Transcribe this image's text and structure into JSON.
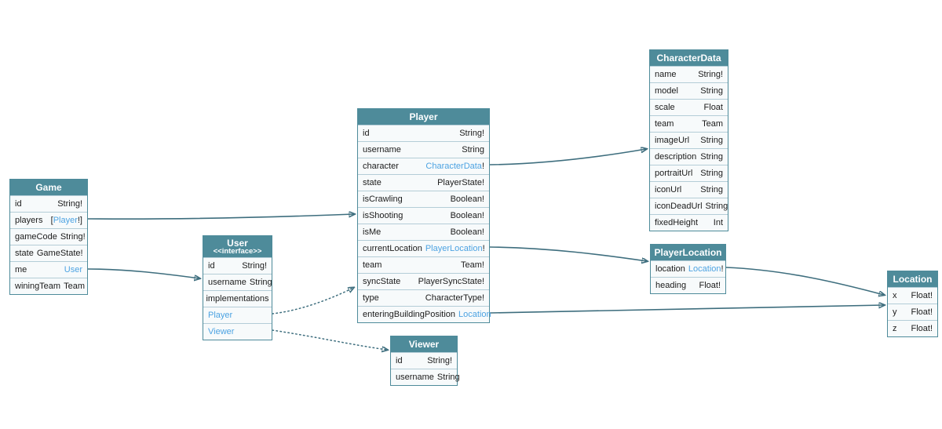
{
  "colors": {
    "header_teal": "#4e8b9a",
    "header_text": "#fdfeff",
    "row_background": "#f7fafb",
    "row_separator": "#b4cdd7",
    "type_link_blue": "#4da3e2",
    "field_text": "#1b1b1b",
    "edge_teal": "#3e6e7e"
  },
  "diagram": {
    "tables": [
      {
        "id": "Game",
        "title": "Game",
        "subtitle": "",
        "rows": [
          {
            "kind": "field",
            "field": "id",
            "pre": "String!",
            "link": "",
            "post": ""
          },
          {
            "kind": "field",
            "field": "players",
            "pre": "[",
            "link": "Player",
            "post": "!]"
          },
          {
            "kind": "field",
            "field": "gameCode",
            "pre": "String!",
            "link": "",
            "post": ""
          },
          {
            "kind": "field",
            "field": "state",
            "pre": "GameState!",
            "link": "",
            "post": ""
          },
          {
            "kind": "field",
            "field": "me",
            "pre": "",
            "link": "User",
            "post": ""
          },
          {
            "kind": "field",
            "field": "winingTeam",
            "pre": "Team",
            "link": "",
            "post": ""
          }
        ]
      },
      {
        "id": "User",
        "title": "User",
        "subtitle": "<<interface>>",
        "rows": [
          {
            "kind": "field",
            "field": "id",
            "pre": "String!",
            "link": "",
            "post": ""
          },
          {
            "kind": "field",
            "field": "username",
            "pre": "String",
            "link": "",
            "post": ""
          },
          {
            "kind": "section",
            "label": "implementations"
          },
          {
            "kind": "linkrow",
            "label": "Player"
          },
          {
            "kind": "linkrow",
            "label": "Viewer"
          }
        ]
      },
      {
        "id": "Player",
        "title": "Player",
        "subtitle": "",
        "rows": [
          {
            "kind": "field",
            "field": "id",
            "pre": "String!",
            "link": "",
            "post": ""
          },
          {
            "kind": "field",
            "field": "username",
            "pre": "String",
            "link": "",
            "post": ""
          },
          {
            "kind": "field",
            "field": "character",
            "pre": "",
            "link": "CharacterData",
            "post": "!"
          },
          {
            "kind": "field",
            "field": "state",
            "pre": "PlayerState!",
            "link": "",
            "post": ""
          },
          {
            "kind": "field",
            "field": "isCrawling",
            "pre": "Boolean!",
            "link": "",
            "post": ""
          },
          {
            "kind": "field",
            "field": "isShooting",
            "pre": "Boolean!",
            "link": "",
            "post": ""
          },
          {
            "kind": "field",
            "field": "isMe",
            "pre": "Boolean!",
            "link": "",
            "post": ""
          },
          {
            "kind": "field",
            "field": "currentLocation",
            "pre": "",
            "link": "PlayerLocation",
            "post": "!"
          },
          {
            "kind": "field",
            "field": "team",
            "pre": "Team!",
            "link": "",
            "post": ""
          },
          {
            "kind": "field",
            "field": "syncState",
            "pre": "PlayerSyncState!",
            "link": "",
            "post": ""
          },
          {
            "kind": "field",
            "field": "type",
            "pre": "CharacterType!",
            "link": "",
            "post": ""
          },
          {
            "kind": "field",
            "field": "enteringBuildingPosition",
            "pre": "",
            "link": "Location",
            "post": ""
          }
        ]
      },
      {
        "id": "CharacterData",
        "title": "CharacterData",
        "subtitle": "",
        "rows": [
          {
            "kind": "field",
            "field": "name",
            "pre": "String!",
            "link": "",
            "post": ""
          },
          {
            "kind": "field",
            "field": "model",
            "pre": "String",
            "link": "",
            "post": ""
          },
          {
            "kind": "field",
            "field": "scale",
            "pre": "Float",
            "link": "",
            "post": ""
          },
          {
            "kind": "field",
            "field": "team",
            "pre": "Team",
            "link": "",
            "post": ""
          },
          {
            "kind": "field",
            "field": "imageUrl",
            "pre": "String",
            "link": "",
            "post": ""
          },
          {
            "kind": "field",
            "field": "description",
            "pre": "String",
            "link": "",
            "post": ""
          },
          {
            "kind": "field",
            "field": "portraitUrl",
            "pre": "String",
            "link": "",
            "post": ""
          },
          {
            "kind": "field",
            "field": "iconUrl",
            "pre": "String",
            "link": "",
            "post": ""
          },
          {
            "kind": "field",
            "field": "iconDeadUrl",
            "pre": "String",
            "link": "",
            "post": ""
          },
          {
            "kind": "field",
            "field": "fixedHeight",
            "pre": "Int",
            "link": "",
            "post": ""
          }
        ]
      },
      {
        "id": "PlayerLocation",
        "title": "PlayerLocation",
        "subtitle": "",
        "rows": [
          {
            "kind": "field",
            "field": "location",
            "pre": "",
            "link": "Location",
            "post": "!"
          },
          {
            "kind": "field",
            "field": "heading",
            "pre": "Float!",
            "link": "",
            "post": ""
          }
        ]
      },
      {
        "id": "Location",
        "title": "Location",
        "subtitle": "",
        "rows": [
          {
            "kind": "field",
            "field": "x",
            "pre": "Float!",
            "link": "",
            "post": ""
          },
          {
            "kind": "field",
            "field": "y",
            "pre": "Float!",
            "link": "",
            "post": ""
          },
          {
            "kind": "field",
            "field": "z",
            "pre": "Float!",
            "link": "",
            "post": ""
          }
        ]
      },
      {
        "id": "Viewer",
        "title": "Viewer",
        "subtitle": "",
        "rows": [
          {
            "kind": "field",
            "field": "id",
            "pre": "String!",
            "link": "",
            "post": ""
          },
          {
            "kind": "field",
            "field": "username",
            "pre": "String",
            "link": "",
            "post": ""
          }
        ]
      }
    ],
    "edges": [
      {
        "from": "Game.players",
        "to": "Player",
        "style": "solid"
      },
      {
        "from": "Game.me",
        "to": "User",
        "style": "solid"
      },
      {
        "from": "Player.character",
        "to": "CharacterData",
        "style": "solid"
      },
      {
        "from": "Player.currentLocation",
        "to": "PlayerLocation",
        "style": "solid"
      },
      {
        "from": "Player.enteringBuildingPosition",
        "to": "Location",
        "style": "solid"
      },
      {
        "from": "PlayerLocation.location",
        "to": "Location",
        "style": "solid"
      },
      {
        "from": "User.Player",
        "to": "Player",
        "style": "dotted"
      },
      {
        "from": "User.Viewer",
        "to": "Viewer",
        "style": "dotted"
      }
    ]
  }
}
